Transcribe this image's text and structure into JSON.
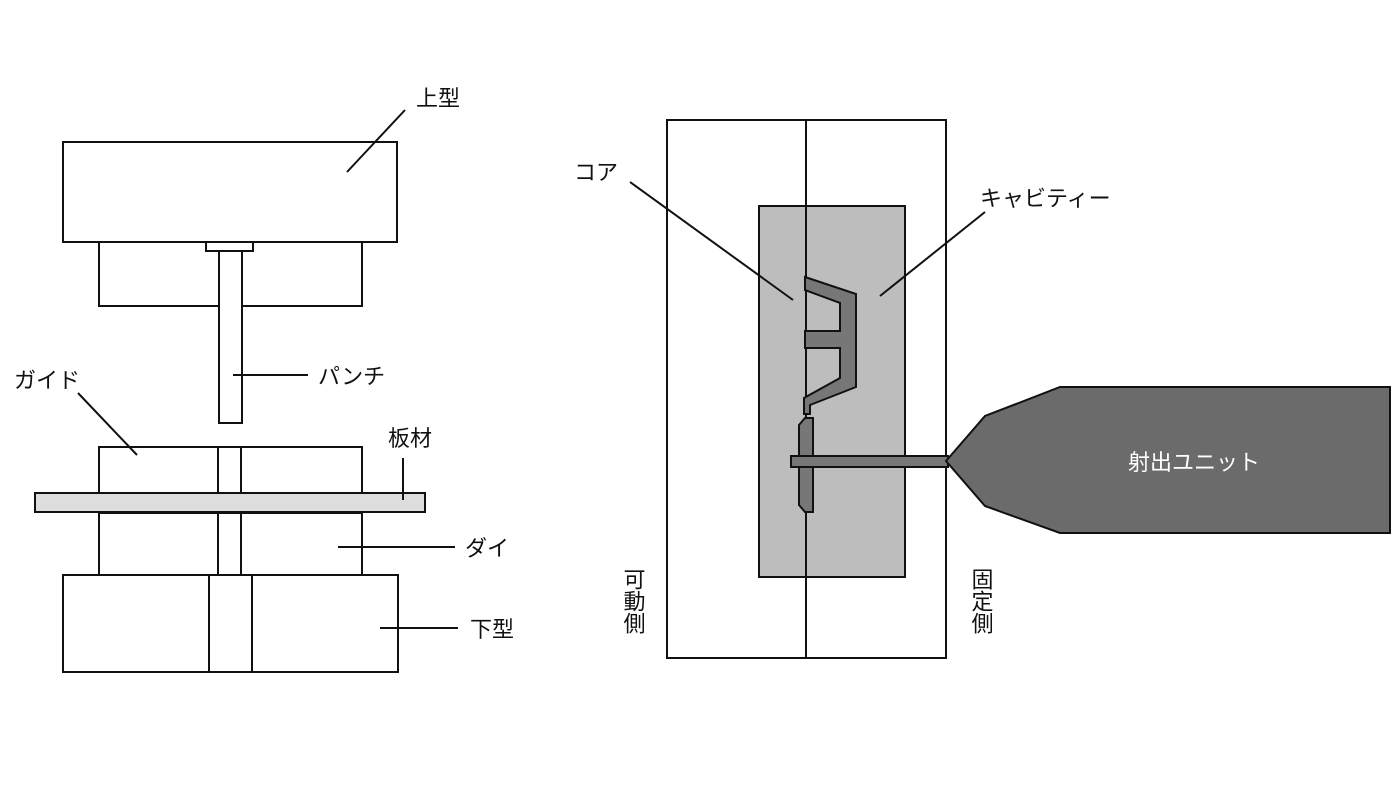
{
  "press_die": {
    "upper_die": "上型",
    "punch": "パンチ",
    "guide": "ガイド",
    "sheet": "板材",
    "die": "ダイ",
    "lower_die": "下型"
  },
  "injection_mold": {
    "core": "コア",
    "cavity": "キャビティー",
    "movable_side": "可動側",
    "fixed_side": "固定側",
    "injection_unit": "射出ユニット"
  },
  "colors": {
    "mold_gray": "#bdbdbd",
    "part_gray": "#777777",
    "unit_gray": "#6b6b6b",
    "sheet_gray": "#dddddd"
  }
}
